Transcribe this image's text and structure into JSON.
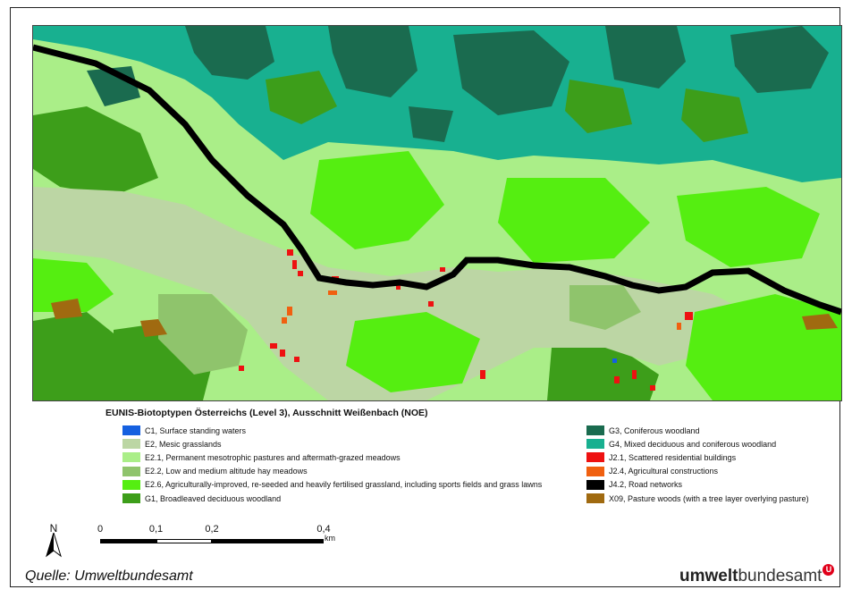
{
  "legend": {
    "title": "EUNIS-Biotoptypen Österreichs (Level 3), Ausschnitt Weißenbach (NOE)",
    "left": [
      {
        "label": "C1, Surface standing waters",
        "color": "#1560e0"
      },
      {
        "label": "E2, Mesic grasslands",
        "color": "#bcd6a4"
      },
      {
        "label": "E2.1, Permanent mesotrophic pastures and aftermath-grazed meadows",
        "color": "#aaee88"
      },
      {
        "label": "E2.2, Low and medium altitude hay meadows",
        "color": "#8fc46c"
      },
      {
        "label": "E2.6, Agriculturally-improved, re-seeded and heavily fertilised grassland, including sports fields and grass lawns",
        "color": "#55ee11"
      },
      {
        "label": "G1, Broadleaved deciduous woodland",
        "color": "#3d9e1a"
      }
    ],
    "right": [
      {
        "label": "G3, Coniferous woodland",
        "color": "#1a6b4f"
      },
      {
        "label": "G4, Mixed deciduous and coniferous woodland",
        "color": "#18b090"
      },
      {
        "label": "J2.1, Scattered residential buildings",
        "color": "#ee1111"
      },
      {
        "label": "J2.4, Agricultural constructions",
        "color": "#f06010"
      },
      {
        "label": "J4.2, Road networks",
        "color": "#000000"
      },
      {
        "label": "X09, Pasture woods (with a tree layer overlying pasture)",
        "color": "#a06a10"
      }
    ]
  },
  "north": {
    "letter": "N",
    "icon": "north-arrow-icon"
  },
  "scale": {
    "ticks": [
      {
        "label": "0",
        "value": 0
      },
      {
        "label": "0,1",
        "value": 0.1
      },
      {
        "label": "0,2",
        "value": 0.2
      },
      {
        "label": "0,4",
        "value": 0.4
      }
    ],
    "unit": "km"
  },
  "source": "Quelle: Umweltbundesamt",
  "brand": {
    "bold": "umwelt",
    "regular": "bundesamt",
    "mark": "U"
  }
}
